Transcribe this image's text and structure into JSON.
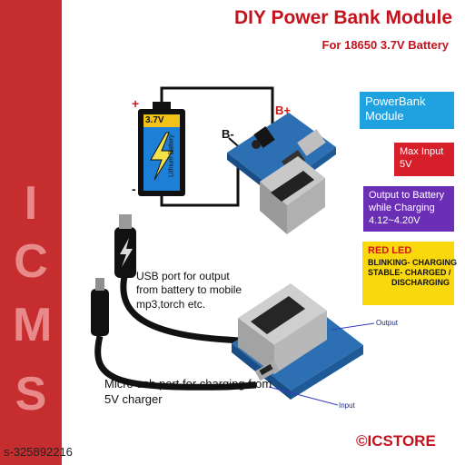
{
  "title": "DIY Power Bank Module",
  "subtitle": "For 18650 3.7V Battery",
  "side_letters": [
    "I",
    "C",
    "M",
    "S"
  ],
  "battery": {
    "voltage": "3.7V",
    "type": "Lithium Battery",
    "plus": "+",
    "minus": "-"
  },
  "terminals": {
    "b_plus": "B+",
    "b_minus": "B-"
  },
  "boxes": {
    "module": "PowerBank Module",
    "max_input_title": "Max Input",
    "max_input_value": "5V",
    "output_title": "Output to Battery while Charging",
    "output_value": "4.12~4.20V",
    "led_title": "RED LED",
    "led_line1": "BLINKING- CHARGING",
    "led_line2": "STABLE- CHARGED /",
    "led_line3": "DISCHARGING"
  },
  "usb_label": "USB port for output from battery to mobile mp3,torch etc.",
  "micro_label": "Micro usb port for charging from 5V charger",
  "callouts": {
    "output": "Output",
    "input": "Input"
  },
  "brand": "©ICSTORE",
  "footer_id": "s-325892216",
  "colors": {
    "accent_red": "#c4121d",
    "band_red": "#c62d2f",
    "box_blue": "#1fa2df",
    "box_red": "#d61f2b",
    "box_purple": "#6b2fb6",
    "box_yellow": "#f9d90e"
  }
}
